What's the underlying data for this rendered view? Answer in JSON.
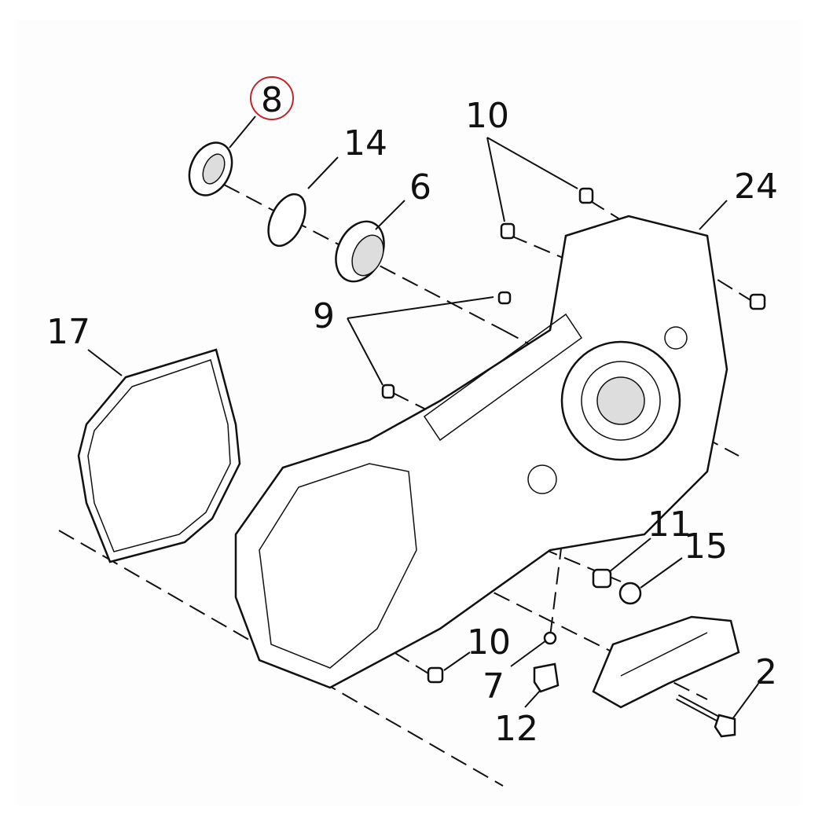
{
  "diagram": {
    "title": "Primary cover exploded parts diagram",
    "highlight_color": "#c0262d",
    "callouts": [
      {
        "id": "8",
        "label": "8",
        "highlighted": true
      },
      {
        "id": "14",
        "label": "14"
      },
      {
        "id": "6",
        "label": "6"
      },
      {
        "id": "10a",
        "label": "10"
      },
      {
        "id": "24",
        "label": "24"
      },
      {
        "id": "9",
        "label": "9"
      },
      {
        "id": "17",
        "label": "17"
      },
      {
        "id": "11",
        "label": "11"
      },
      {
        "id": "15",
        "label": "15"
      },
      {
        "id": "10b",
        "label": "10"
      },
      {
        "id": "7",
        "label": "7"
      },
      {
        "id": "12",
        "label": "12"
      },
      {
        "id": "2",
        "label": "2"
      }
    ]
  }
}
